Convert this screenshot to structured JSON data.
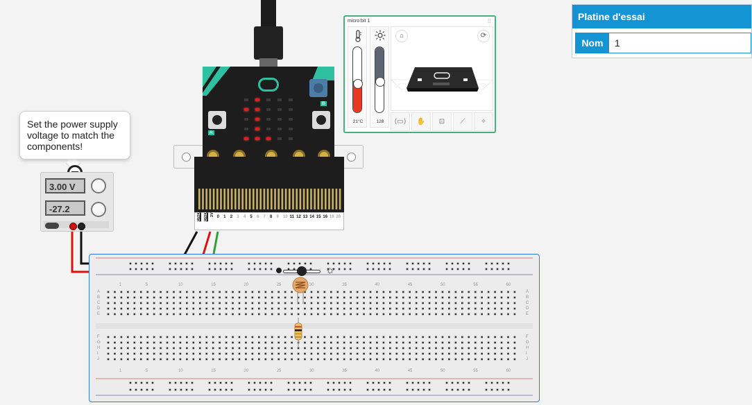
{
  "tooltip": {
    "text": "Set the power supply voltage to match the components!"
  },
  "power_supply": {
    "voltage": "3.00 V",
    "current": "-27.2 mA"
  },
  "control_panel": {
    "title": "micro:bit 1",
    "temperature": {
      "value": 21,
      "display": "21°C",
      "range": [
        -5,
        50
      ]
    },
    "light": {
      "value": 128,
      "display": "128",
      "range": [
        0,
        255
      ]
    },
    "icons": {
      "temperature": "thermometer-icon",
      "light": "sun-icon",
      "home": "home-icon",
      "rotate": "rotate-icon",
      "gestures": [
        "shake-icon",
        "tilt-left-icon",
        "tilt-right-icon",
        "freefall-icon",
        "shake-hand-icon"
      ]
    }
  },
  "properties": {
    "title": "Platine d'essai",
    "name_label": "Nom",
    "name_value": "1"
  },
  "microbit": {
    "pin_labels": [
      "GND",
      "GND",
      "3V",
      "0",
      "1",
      "2",
      "3",
      "4",
      "5",
      "6",
      "7",
      "8",
      "9",
      "10",
      "11",
      "12",
      "13",
      "14",
      "15",
      "16",
      "19",
      "20"
    ],
    "button_a": "A",
    "button_b": "B",
    "led_matrix": [
      [
        0,
        1,
        0,
        0,
        0
      ],
      [
        1,
        1,
        0,
        0,
        0
      ],
      [
        0,
        1,
        0,
        0,
        0
      ],
      [
        0,
        1,
        0,
        0,
        0
      ],
      [
        1,
        1,
        1,
        0,
        0
      ]
    ]
  },
  "breadboard": {
    "column_numbers": [
      "1",
      "5",
      "10",
      "15",
      "20",
      "25",
      "30",
      "35",
      "40",
      "45",
      "50",
      "55",
      "60"
    ],
    "row_letters_top": [
      "A",
      "B",
      "C",
      "D",
      "E"
    ],
    "row_letters_bottom": [
      "F",
      "G",
      "H",
      "I",
      "J"
    ],
    "light_slider": {
      "value": 0.5,
      "icons": [
        "moon-icon",
        "sun-icon"
      ]
    }
  },
  "colors": {
    "accent": "#1594d4",
    "panel_border": "#47b07a",
    "breadboard_border": "#2e7ed8",
    "wire_red": "#e01010",
    "wire_black": "#111111",
    "wire_green": "#2fa32f",
    "led_on": "#e02020",
    "microbit_green": "#2ec0a0"
  }
}
